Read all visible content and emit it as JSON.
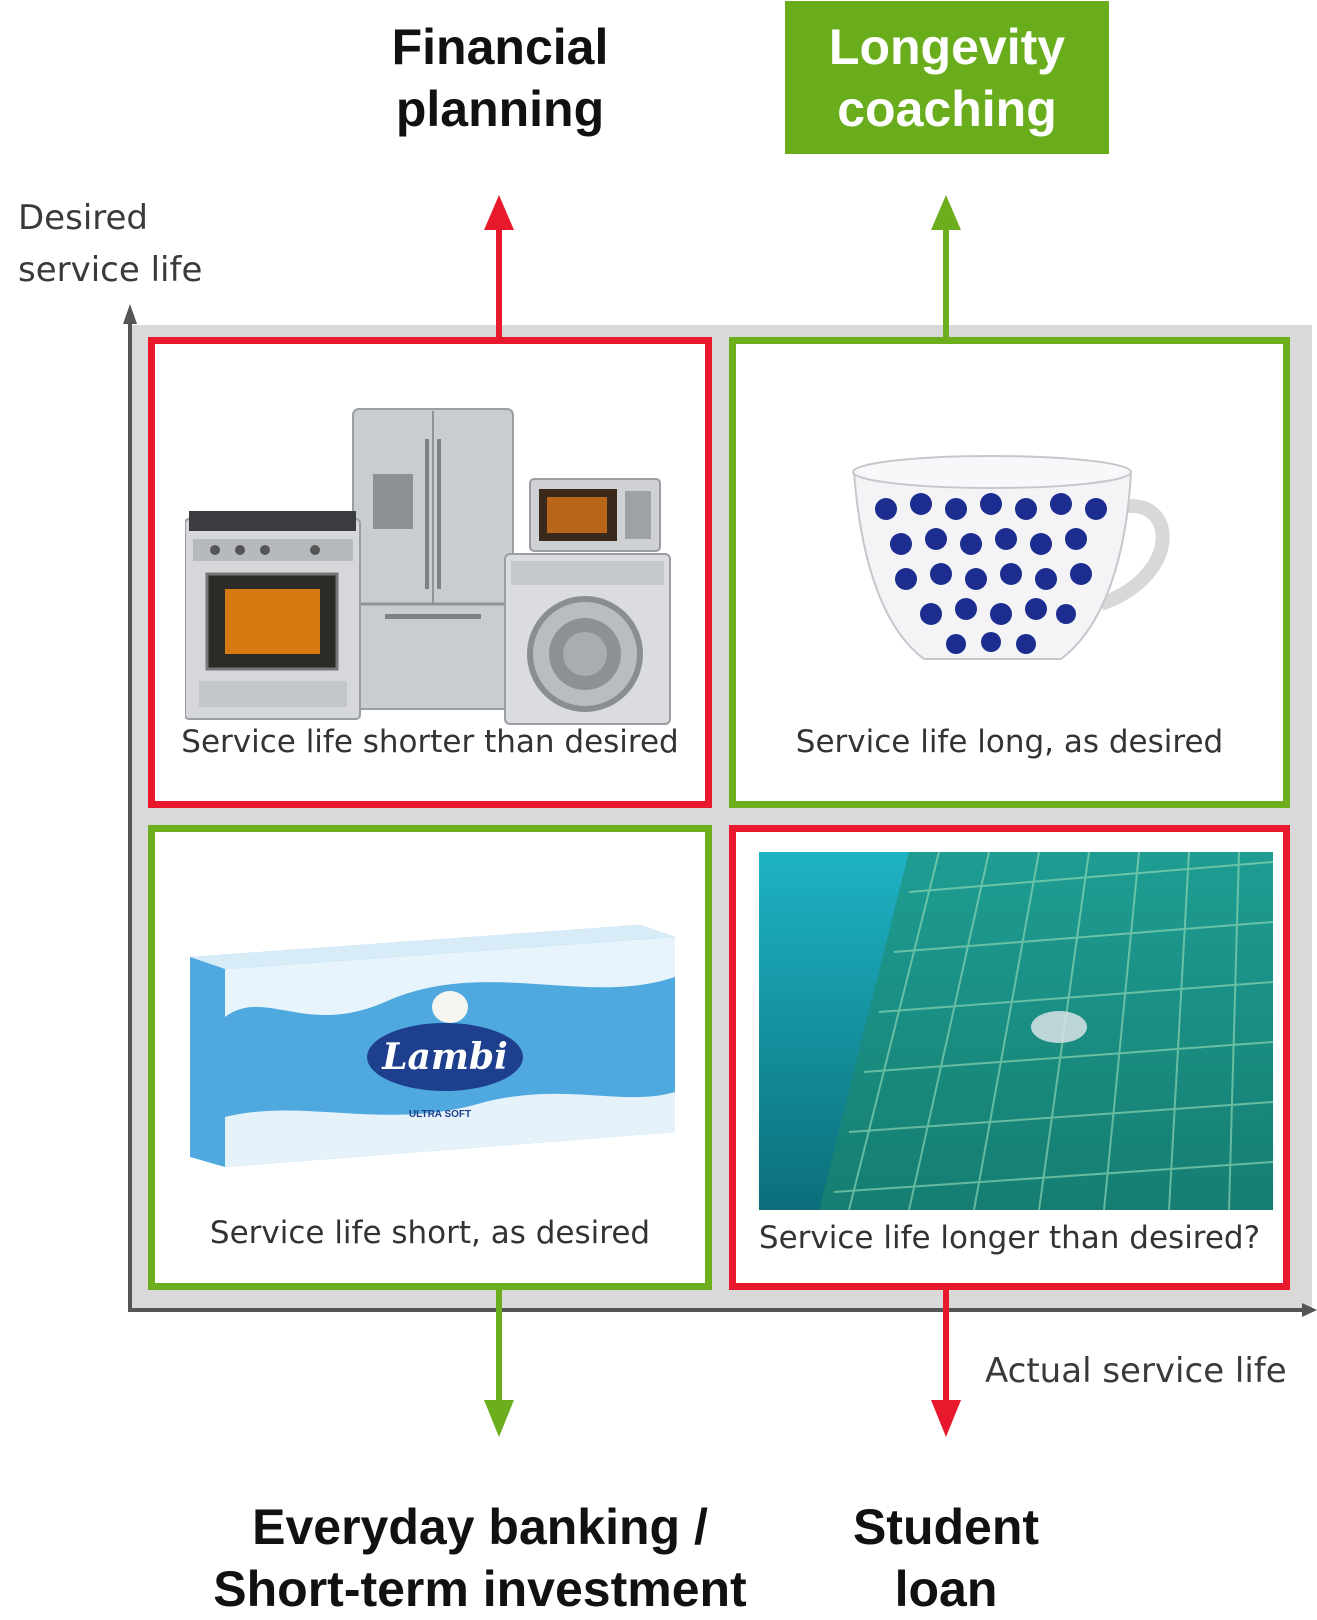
{
  "top_labels": {
    "financial_planning": [
      "Financial",
      "planning"
    ],
    "longevity_coaching": [
      "Longevity",
      "coaching"
    ]
  },
  "bottom_labels": {
    "everyday_banking": [
      "Everyday banking /",
      "Short-term investment"
    ],
    "student_loan": [
      "Student",
      "loan"
    ]
  },
  "axes": {
    "y_label": [
      "Desired",
      "service life"
    ],
    "x_label": "Actual service life"
  },
  "quadrants": {
    "top_left": {
      "caption": "Service life shorter than desired",
      "status": "mismatch",
      "image": "appliances"
    },
    "top_right": {
      "caption": "Service life long, as desired",
      "status": "match",
      "image": "teacup"
    },
    "bottom_left": {
      "caption": "Service life short, as desired",
      "status": "match",
      "image": "tissue-pack"
    },
    "bottom_right": {
      "caption": "Service life longer than desired?",
      "status": "mismatch",
      "image": "ghost-net"
    }
  },
  "product_text": {
    "brand": "Lambi",
    "tagline": "ULTRA SOFT"
  },
  "colors": {
    "red": "#e8192c",
    "green": "#6dae1e",
    "green_box": "#6aad1c"
  }
}
